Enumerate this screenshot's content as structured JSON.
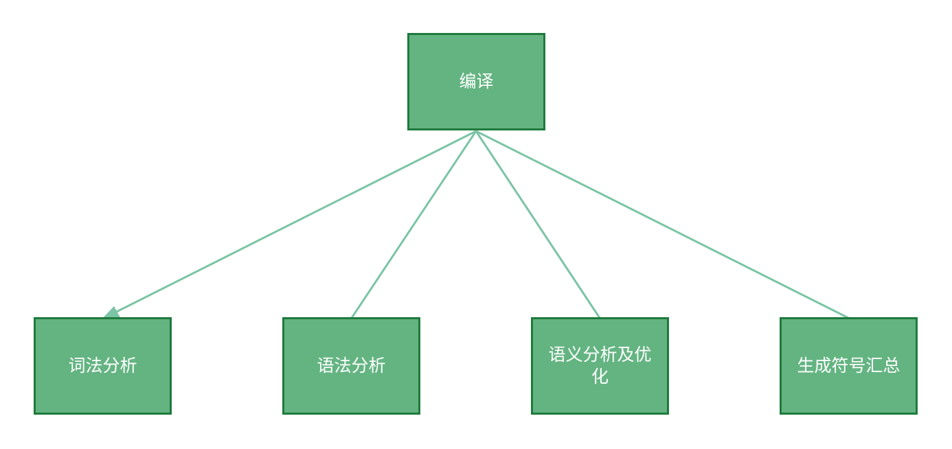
{
  "diagram": {
    "root": {
      "label": "编译"
    },
    "children": [
      {
        "label": "词法分析"
      },
      {
        "label": "语法分析"
      },
      {
        "label": "语义分析及优化"
      },
      {
        "label": "生成符号汇总"
      }
    ],
    "colors": {
      "node_fill": "#64b482",
      "node_border": "#1e7a3c",
      "edge": "#7cc4a6",
      "text": "#ffffff"
    }
  }
}
